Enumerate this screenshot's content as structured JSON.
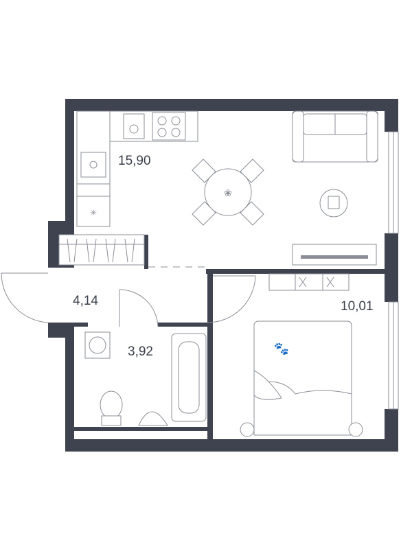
{
  "rooms": [
    {
      "id": "kitchen-living",
      "area": "15,90"
    },
    {
      "id": "hallway",
      "area": "4,14"
    },
    {
      "id": "bathroom",
      "area": "3,92"
    },
    {
      "id": "bedroom",
      "area": "10,01"
    }
  ],
  "colors": {
    "wall": "#3f434f",
    "furniture_stroke": "#8a8d95",
    "background": "#ffffff"
  }
}
